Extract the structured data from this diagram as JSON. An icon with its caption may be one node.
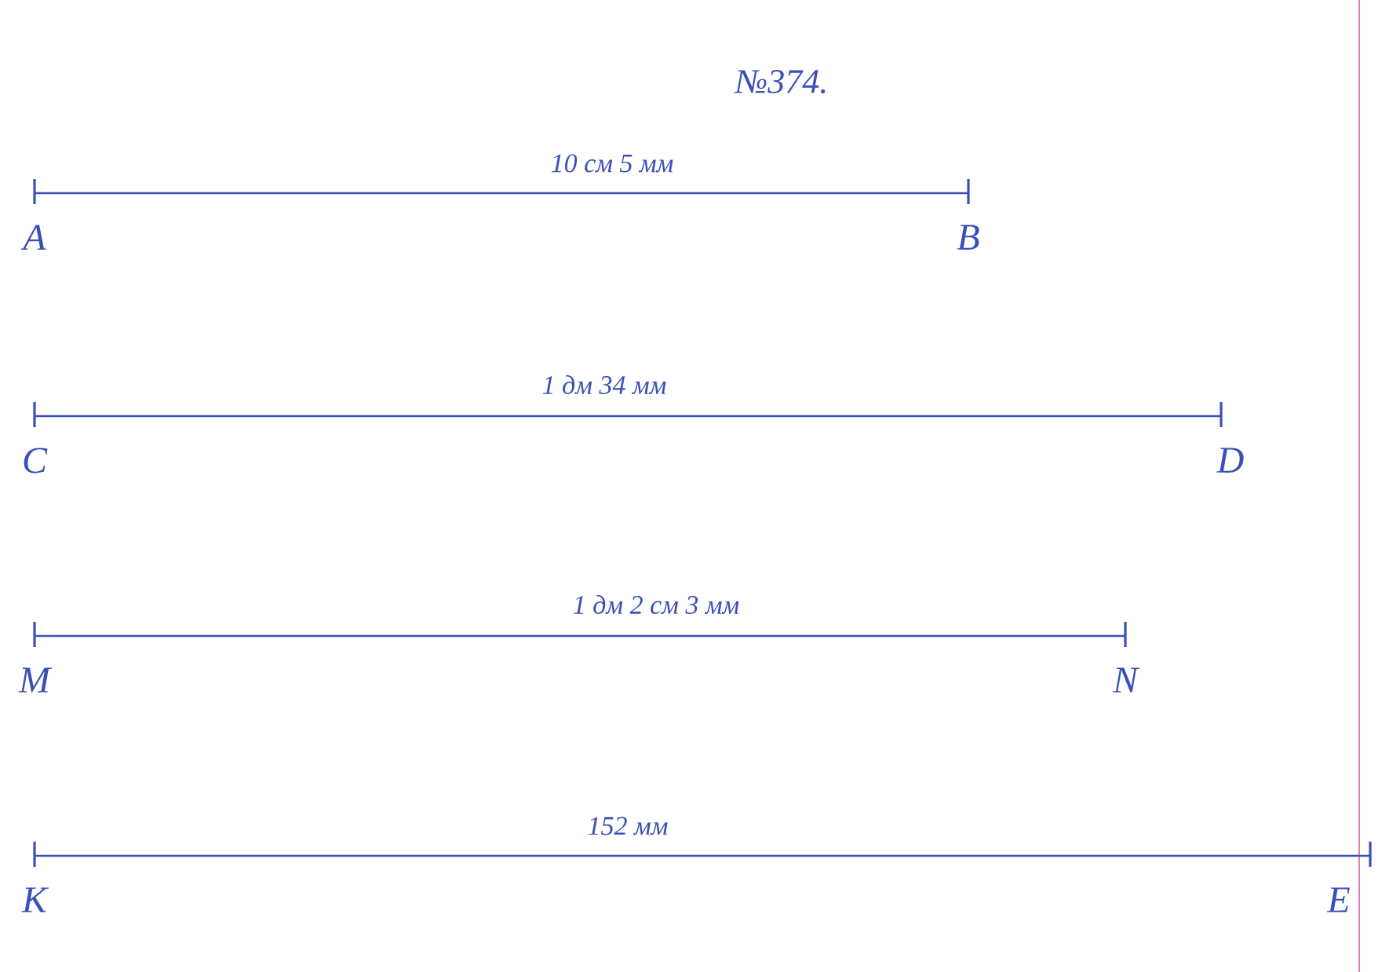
{
  "diagram": {
    "title": "№374.",
    "nodes": [
      {
        "text": [
          "A"
        ]
      },
      {
        "text": [
          "B"
        ]
      },
      {
        "text": [
          "C"
        ]
      },
      {
        "text": [
          "D"
        ]
      },
      {
        "text": [
          "M"
        ]
      },
      {
        "text": [
          "N"
        ]
      },
      {
        "text": [
          "K"
        ]
      },
      {
        "text": [
          "E"
        ]
      }
    ],
    "edges": [
      {
        "from": 0,
        "to": 1,
        "arrow": "none",
        "label": "10 см 5 мм"
      },
      {
        "from": 2,
        "to": 3,
        "arrow": "none",
        "label": "1 дм 34 мм"
      },
      {
        "from": 4,
        "to": 5,
        "arrow": "none",
        "label": "1 дм 2 см 3 мм"
      },
      {
        "from": 6,
        "to": 7,
        "arrow": "none",
        "label": "152 мм"
      }
    ]
  }
}
